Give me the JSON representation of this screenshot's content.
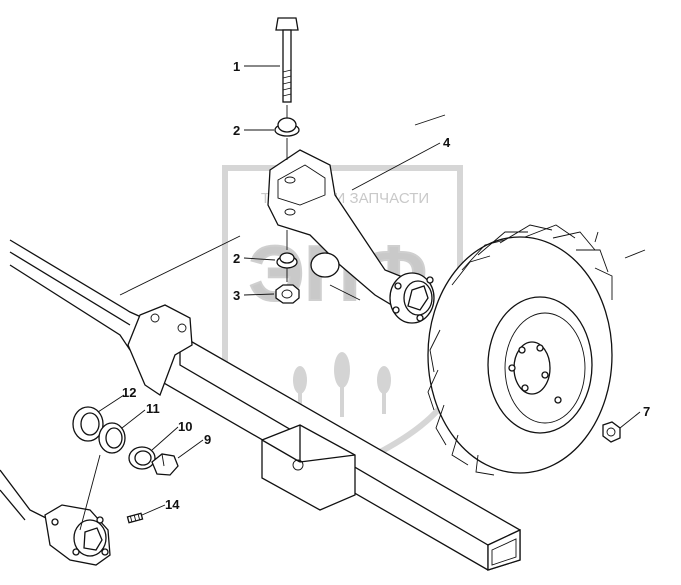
{
  "watermark": {
    "brand_line": "ТЕХНИКА И ЗАПЧАСТИ",
    "logo_letters": "ЭПФ",
    "color": "#c9c9c9"
  },
  "callouts": [
    {
      "id": "c1",
      "label": "1"
    },
    {
      "id": "c2a",
      "label": "2"
    },
    {
      "id": "c2b",
      "label": "2"
    },
    {
      "id": "c3",
      "label": "3"
    },
    {
      "id": "c4",
      "label": "4"
    },
    {
      "id": "c7",
      "label": "7"
    },
    {
      "id": "c9",
      "label": "9"
    },
    {
      "id": "c10",
      "label": "10"
    },
    {
      "id": "c11",
      "label": "11"
    },
    {
      "id": "c12",
      "label": "12"
    },
    {
      "id": "c14",
      "label": "14"
    }
  ],
  "colors": {
    "line": "#111111",
    "background": "#ffffff"
  }
}
